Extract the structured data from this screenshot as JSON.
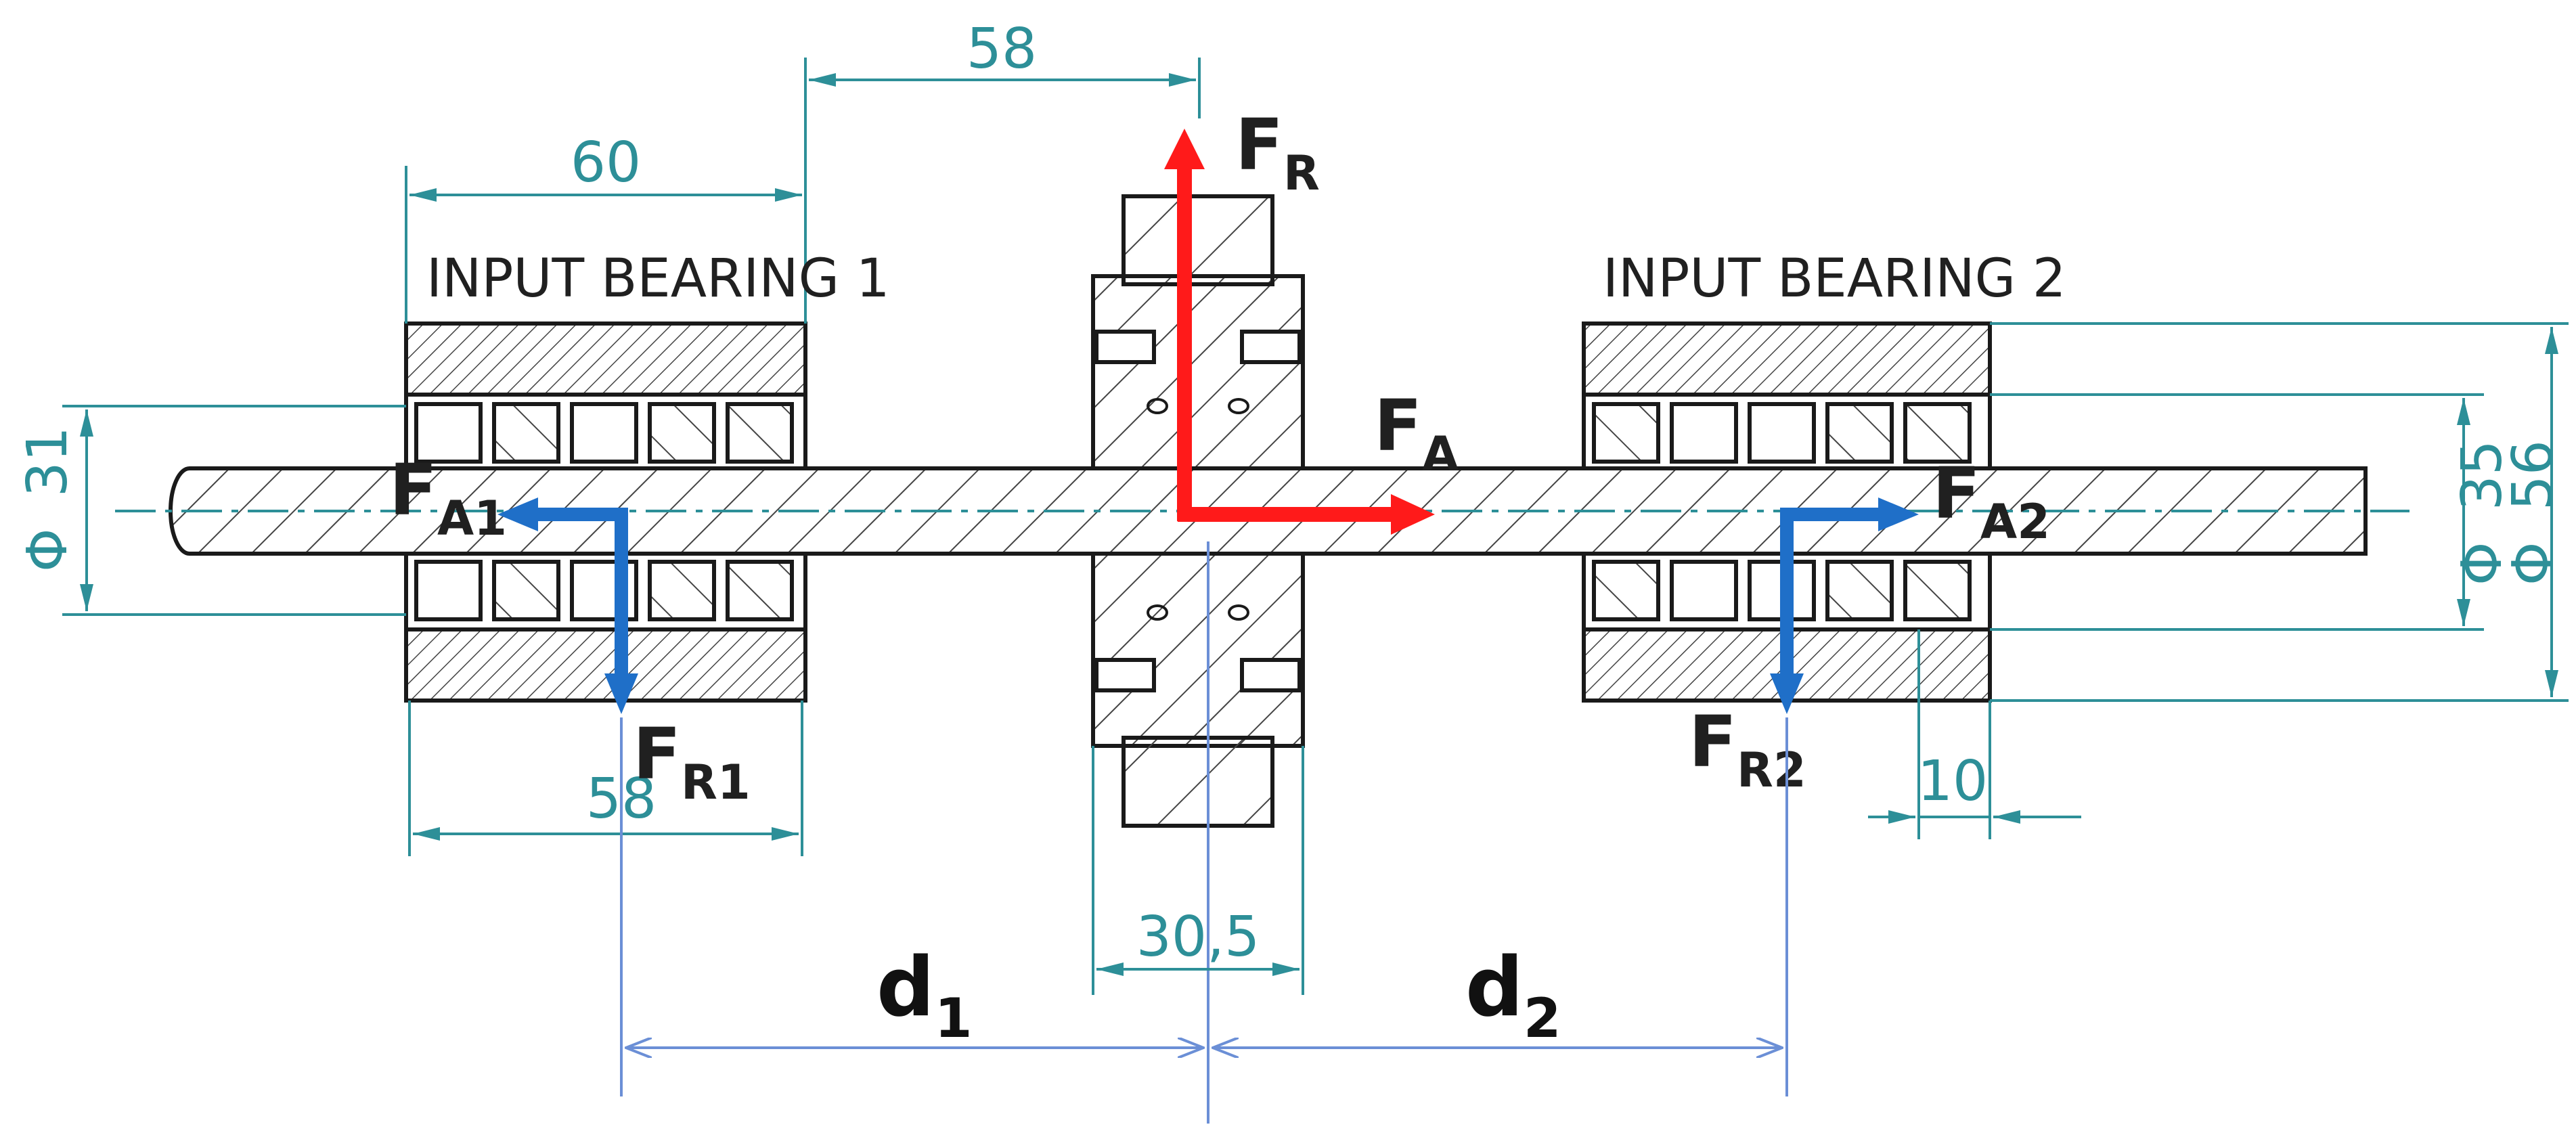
{
  "labels": {
    "bearing1": "INPUT BEARING 1",
    "bearing2": "INPUT BEARING 2"
  },
  "dimensions": {
    "top_58": "58",
    "width_60": "60",
    "bottom_58": "58",
    "hub_30_5": "30,5",
    "right_10": "10",
    "dia_31_symbol": "Φ",
    "dia_31": "31",
    "dia_35_symbol": "Φ",
    "dia_35": "35",
    "dia_56_symbol": "Φ",
    "dia_56": "56"
  },
  "forces": {
    "FR": {
      "main": "F",
      "sub": "R",
      "color": "#ff1a1a"
    },
    "FA": {
      "main": "F",
      "sub": "A",
      "color": "#ff1a1a"
    },
    "FA1": {
      "main": "F",
      "sub": "A1",
      "color": "#1f6fc8"
    },
    "FR1": {
      "main": "F",
      "sub": "R1",
      "color": "#1f6fc8"
    },
    "FA2": {
      "main": "F",
      "sub": "A2",
      "color": "#1f6fc8"
    },
    "FR2": {
      "main": "F",
      "sub": "R2",
      "color": "#1f6fc8"
    }
  },
  "distances": {
    "d1": {
      "main": "d",
      "sub": "1"
    },
    "d2": {
      "main": "d",
      "sub": "2"
    }
  },
  "colors": {
    "dimension_lines": "#2d8f98",
    "distance_lines": "#6b8fd6",
    "hatch": "#444444",
    "outline": "#1a1a1a"
  }
}
